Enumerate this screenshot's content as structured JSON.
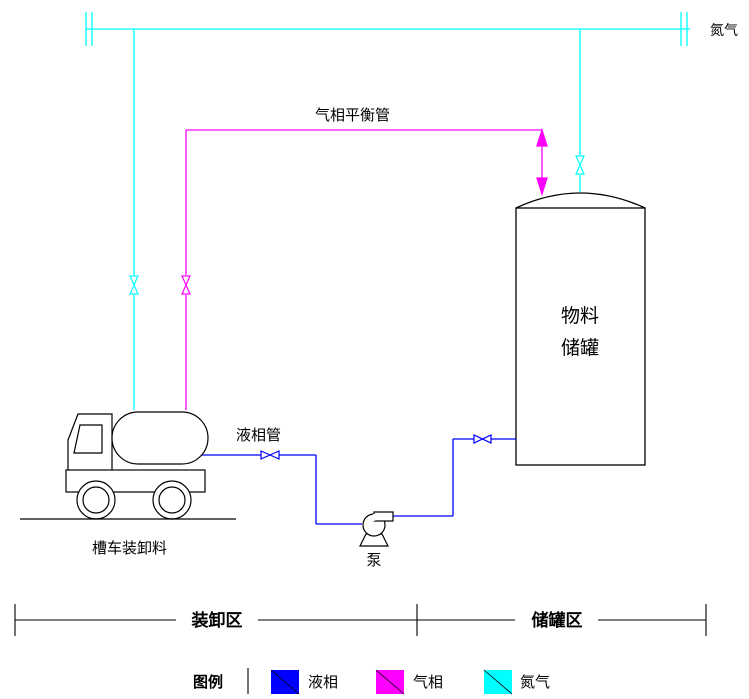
{
  "labels": {
    "nitrogen": "氮气",
    "vapor_pipe": "气相平衡管",
    "liquid_pipe": "液相管",
    "pump": "泵",
    "tank_line1": "物料",
    "tank_line2": "储罐",
    "truck": "槽车装卸料"
  },
  "zones": {
    "unloading": "装卸区",
    "storage": "储罐区"
  },
  "legend": {
    "title": "图例",
    "items": [
      {
        "label": "液相",
        "color": "#0000ff"
      },
      {
        "label": "气相",
        "color": "#ff00ff"
      },
      {
        "label": "氮气",
        "color": "#00ffff"
      }
    ]
  }
}
